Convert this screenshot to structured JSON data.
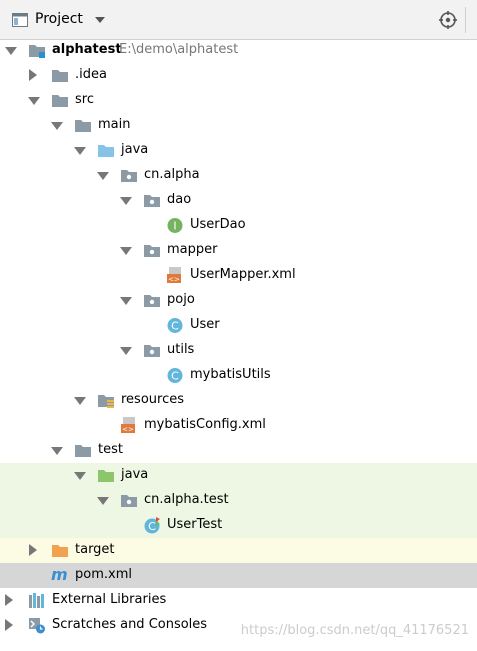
{
  "panel": {
    "title": "Project"
  },
  "tree": {
    "project_name": "alphatest",
    "project_path": "E:\\demo\\alphatest",
    "idea": ".idea",
    "src": "src",
    "main": "main",
    "main_java": "java",
    "pkg": "cn.alpha",
    "dao": "dao",
    "user_dao": "UserDao",
    "mapper": "mapper",
    "user_mapper_xml": "UserMapper.xml",
    "pojo": "pojo",
    "user": "User",
    "utils": "utils",
    "mybatis_utils": "mybatisUtils",
    "resources": "resources",
    "mybatis_config": "mybatisConfig.xml",
    "test": "test",
    "test_java": "java",
    "test_pkg": "cn.alpha.test",
    "user_test": "UserTest",
    "target": "target",
    "pom": "pom.xml",
    "external_libraries": "External Libraries",
    "scratches": "Scratches and Consoles"
  },
  "badges": {
    "interface": "I",
    "class": "C",
    "maven": "m"
  },
  "colors": {
    "folder_gray": "#8c9aa5",
    "folder_blue": "#87c3e6",
    "folder_green": "#8cc66a",
    "folder_orange": "#f2a14f",
    "class_badge": "#62b6d9",
    "interface_badge": "#76b35e"
  },
  "watermark": "https://blog.csdn.net/qq_41176521"
}
